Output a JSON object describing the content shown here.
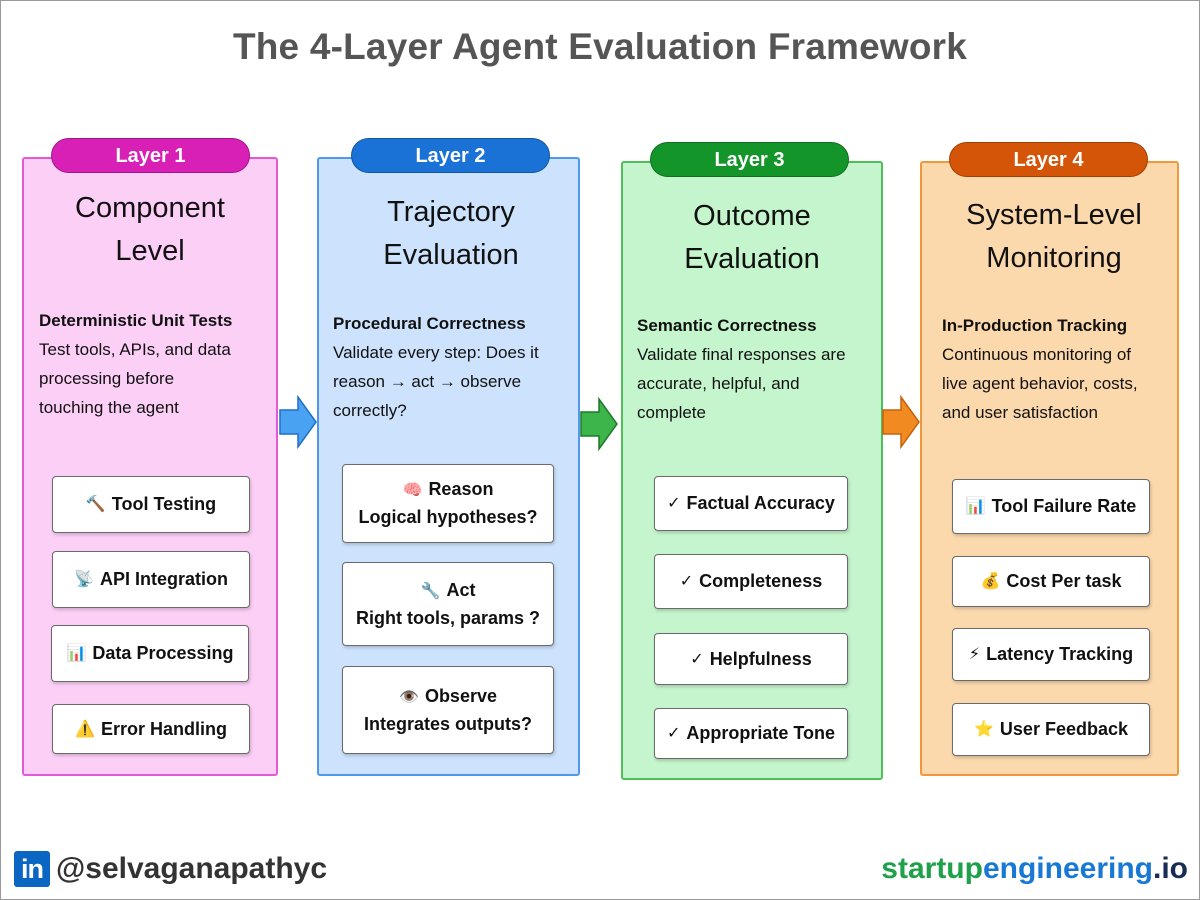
{
  "title": "The 4-Layer Agent Evaluation Framework",
  "layers": [
    {
      "pill": "Layer 1",
      "heading_line1": "Component",
      "heading_line2": "Level",
      "lead": "Deterministic Unit Tests",
      "desc_lines": [
        "Test tools, APIs, and data",
        "processing before",
        "touching the agent"
      ],
      "color": "#d81fb6",
      "items": [
        {
          "icon": "🔨",
          "icon_name": "hammer-icon",
          "label": "Tool Testing"
        },
        {
          "icon": "📡",
          "icon_name": "satellite-dish-icon",
          "label": "API Integration"
        },
        {
          "icon": "📊",
          "icon_name": "bar-chart-icon",
          "label": "Data Processing"
        },
        {
          "icon": "⚠️",
          "icon_name": "warning-icon",
          "label": "Error Handling"
        }
      ]
    },
    {
      "pill": "Layer 2",
      "heading_line1": "Trajectory",
      "heading_line2": "Evaluation",
      "lead": "Procedural Correctness",
      "desc_lines": [
        "Validate every step: Does it",
        "reason → act → observe",
        "correctly?"
      ],
      "color": "#1b72d6",
      "items": [
        {
          "icon": "🧠",
          "icon_name": "brain-icon",
          "label": "Reason",
          "sub": "Logical hypotheses?"
        },
        {
          "icon": "🔧",
          "icon_name": "wrench-icon",
          "label": "Act",
          "sub": "Right tools, params ?"
        },
        {
          "icon": "👁️",
          "icon_name": "eye-icon",
          "label": "Observe",
          "sub": "Integrates outputs?"
        }
      ]
    },
    {
      "pill": "Layer 3",
      "heading_line1": "Outcome",
      "heading_line2": "Evaluation",
      "lead": "Semantic Correctness",
      "desc_lines": [
        "Validate final responses are",
        "accurate, helpful, and",
        "complete"
      ],
      "color": "#14952a",
      "items": [
        {
          "icon": "✓",
          "icon_name": "check-icon",
          "label": "Factual Accuracy"
        },
        {
          "icon": "✓",
          "icon_name": "check-icon",
          "label": "Completeness"
        },
        {
          "icon": "✓",
          "icon_name": "check-icon",
          "label": "Helpfulness"
        },
        {
          "icon": "✓",
          "icon_name": "check-icon",
          "label": "Appropriate Tone"
        }
      ]
    },
    {
      "pill": "Layer 4",
      "heading_line1": "System-Level",
      "heading_line2": "Monitoring",
      "lead": "In-Production Tracking",
      "desc_lines": [
        "Continuous monitoring of",
        "live agent behavior, costs,",
        "and user satisfaction"
      ],
      "color": "#d45408",
      "items": [
        {
          "icon": "📊",
          "icon_name": "bar-chart-icon",
          "label": "Tool Failure Rate"
        },
        {
          "icon": "💰",
          "icon_name": "money-bag-icon",
          "label": "Cost Per task"
        },
        {
          "icon": "⚡",
          "icon_name": "lightning-icon",
          "label": "Latency Tracking"
        },
        {
          "icon": "⭐",
          "icon_name": "star-icon",
          "label": "User Feedback"
        }
      ]
    }
  ],
  "arrows": {
    "colors": [
      "#4aa3f2",
      "#3db54a",
      "#f28a22"
    ]
  },
  "footer": {
    "linkedin_logo": "in",
    "handle": "@selvaganapathyc",
    "site_part1": "startup",
    "site_part2": "engineering",
    "site_part3": ".io"
  }
}
